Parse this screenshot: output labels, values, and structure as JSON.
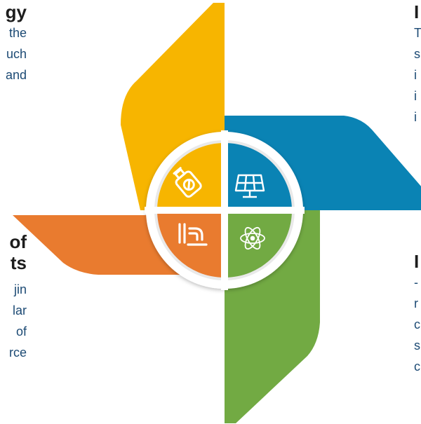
{
  "left_top": {
    "heading": "gy",
    "lines": [
      "the",
      "uch",
      "and"
    ]
  },
  "left_bottom": {
    "heading_lines": [
      "of",
      "ts"
    ],
    "lines": [
      "jin",
      "lar",
      "of",
      "rce"
    ]
  },
  "right_top": {
    "heading": "I",
    "lines": [
      "T",
      "s",
      "i",
      "i",
      "i"
    ]
  },
  "right_bottom": {
    "heading": "I",
    "lines": [
      "-",
      "r",
      "c",
      "s",
      "c"
    ]
  },
  "colors": {
    "yellow": "#f7b500",
    "blue": "#0a83b4",
    "orange": "#e97b2f",
    "green": "#72aa43",
    "ring": "#ffffff",
    "text": "#1c4a74"
  },
  "icons": {
    "top_left": "gas-cylinder-icon",
    "top_right": "solar-panel-icon",
    "bottom_left": "pipe-faucet-icon",
    "bottom_right": "atom-icon"
  }
}
